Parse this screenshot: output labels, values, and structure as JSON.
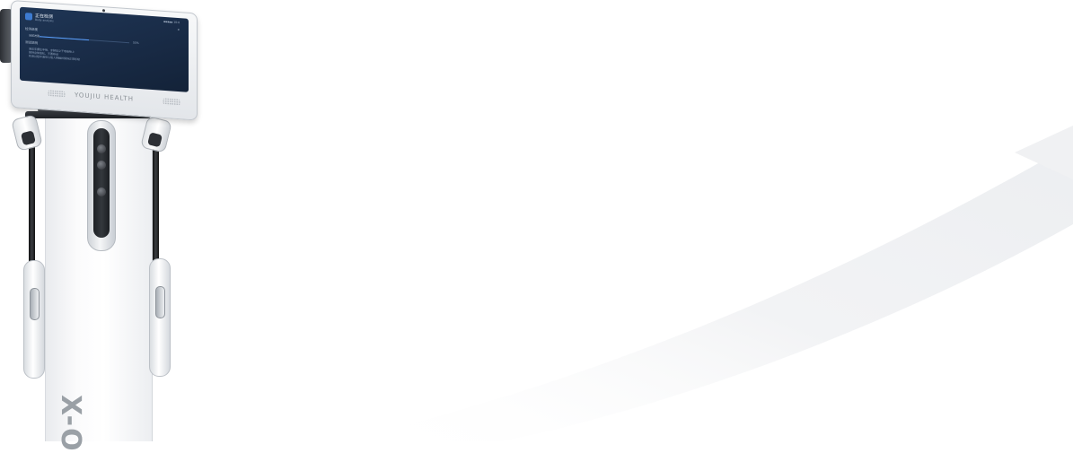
{
  "scene": {
    "description_colors": {
      "background": "#ffffff",
      "swoosh": "#f3f4f6",
      "screen": "#1a2d49",
      "accent": "#3d7bd1"
    }
  },
  "device": {
    "side_brand": "X-O",
    "bezel_brand": "YOUJIU HEALTH",
    "screen": {
      "app_title": "正在检测",
      "app_subtitle": "Body analysis",
      "status_bar": "▪▪▪▪▪ 10:0",
      "corner_button": "✕",
      "section_one": "检测进度",
      "progress_label": "当前进度",
      "progress_value": 0.55,
      "progress_text": "55%",
      "section_two": "测试说明",
      "info_lines": [
        "请双手握住手柄，赤脚站立于电极板上",
        "保持身体放松，不要移动",
        "检测过程中请勿与他人接触并保持正常呼吸"
      ]
    }
  }
}
